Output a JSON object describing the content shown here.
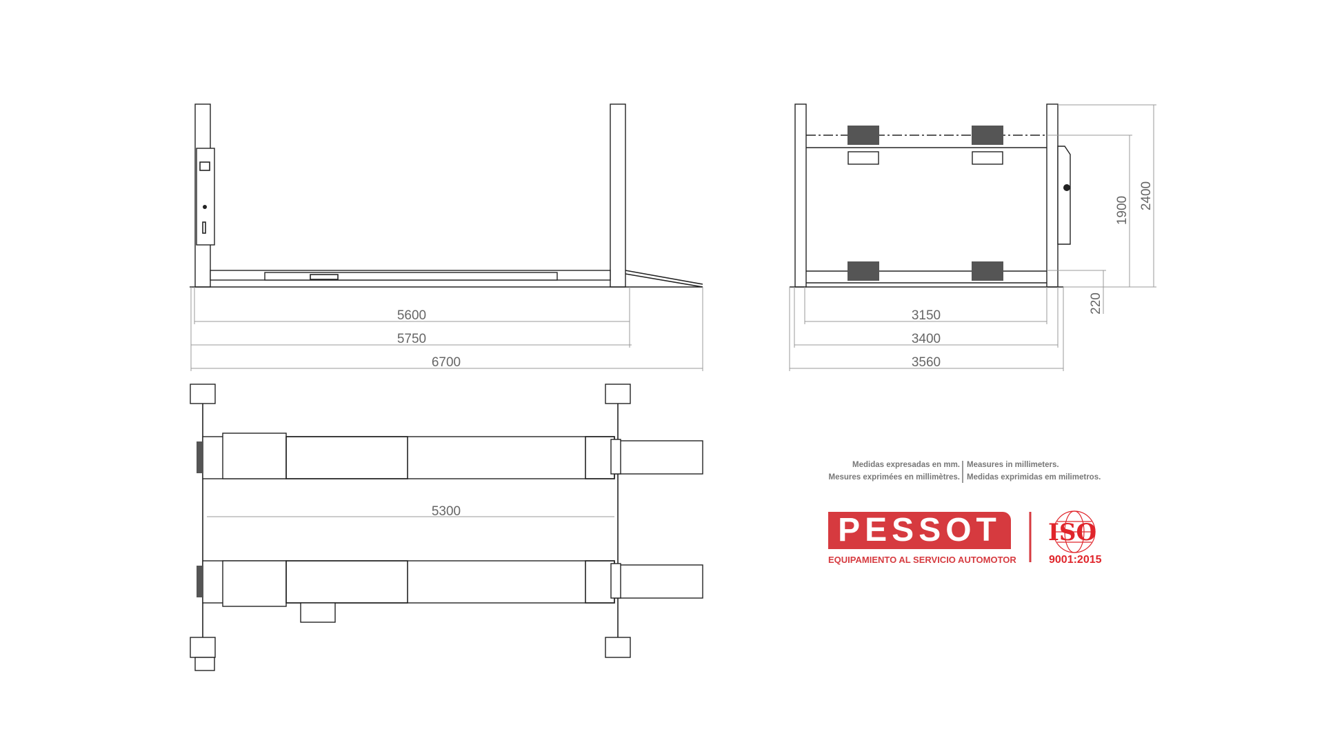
{
  "side_view": {
    "dims": [
      "5600",
      "5750",
      "6700"
    ]
  },
  "front_view": {
    "dims_h": [
      "3150",
      "3400",
      "3560"
    ],
    "dims_v": [
      "2400",
      "1900",
      "220"
    ]
  },
  "top_view": {
    "dims": [
      "5300"
    ]
  },
  "notes": {
    "es": "Medidas expresadas en mm.",
    "en": "Measures in millimeters.",
    "fr": "Mesures exprimées en millimètres.",
    "pt": "Medidas exprimidas em milimetros."
  },
  "brand": {
    "logo_text": "PESSOT",
    "tagline": "EQUIPAMIENTO AL SERVICIO AUTOMOTOR",
    "iso_text": "ISO",
    "iso_number": "9001:2015",
    "color": "#d63a3f"
  }
}
